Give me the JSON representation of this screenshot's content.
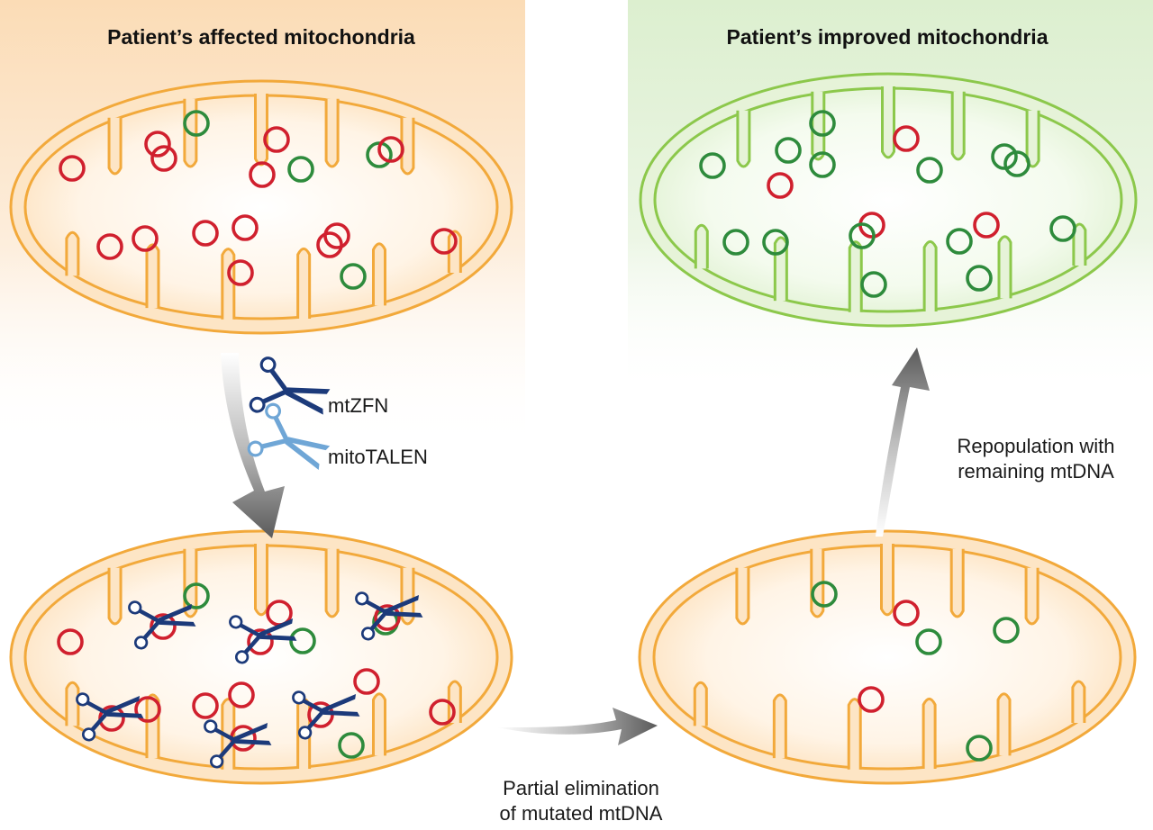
{
  "panels": {
    "affected": {
      "title": "Patient’s affected mitochondria"
    },
    "improved": {
      "title": "Patient’s improved mitochondria"
    }
  },
  "nucleases": {
    "first": {
      "label": "mtZFN",
      "color": "#1c3a7a"
    },
    "second": {
      "label": "mitoTALEN",
      "color": "#6fa6d6"
    }
  },
  "steps": {
    "elimination": {
      "line1": "Partial elimination",
      "line2": "of mutated mtDNA"
    },
    "repopulation": {
      "line1": "Repopulation with",
      "line2": "remaining mtDNA"
    }
  },
  "legend_colors": {
    "mutated_mtdna": "#d0202e",
    "wildtype_mtdna": "#2e8b3c",
    "affected_membrane": "#f2a93b",
    "improved_membrane": "#8cc84b"
  }
}
